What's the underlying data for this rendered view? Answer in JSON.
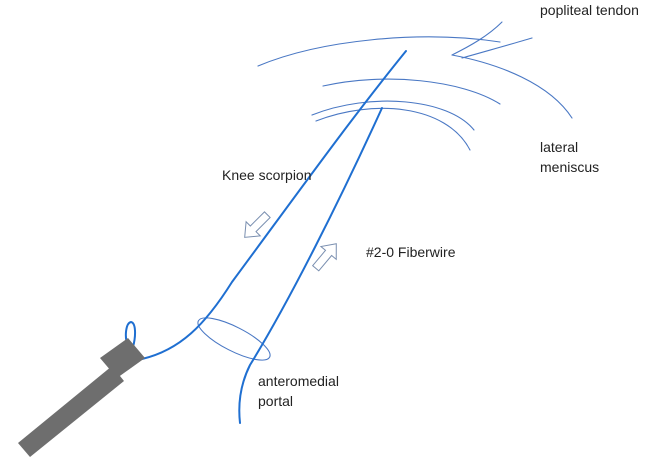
{
  "labels": {
    "popliteal_tendon": "popliteal tendon",
    "lateral": "lateral",
    "meniscus": "meniscus",
    "knee_scorpion": "Knee scorpion",
    "fiberwire": "#2-0 Fiberwire",
    "anteromedial": "anteromedial",
    "portal": "portal"
  },
  "colors": {
    "anatomy_line": "#4a78c4",
    "suture": "#1f6fd1",
    "instrument": "#6e6e6e",
    "arrow_stroke": "#7a8fb0",
    "text": "#222222"
  },
  "icons": {
    "instrument": "knee-scorpion-shaft",
    "arrow_in": "hollow-arrow-down-left",
    "arrow_out": "hollow-arrow-up-right"
  }
}
